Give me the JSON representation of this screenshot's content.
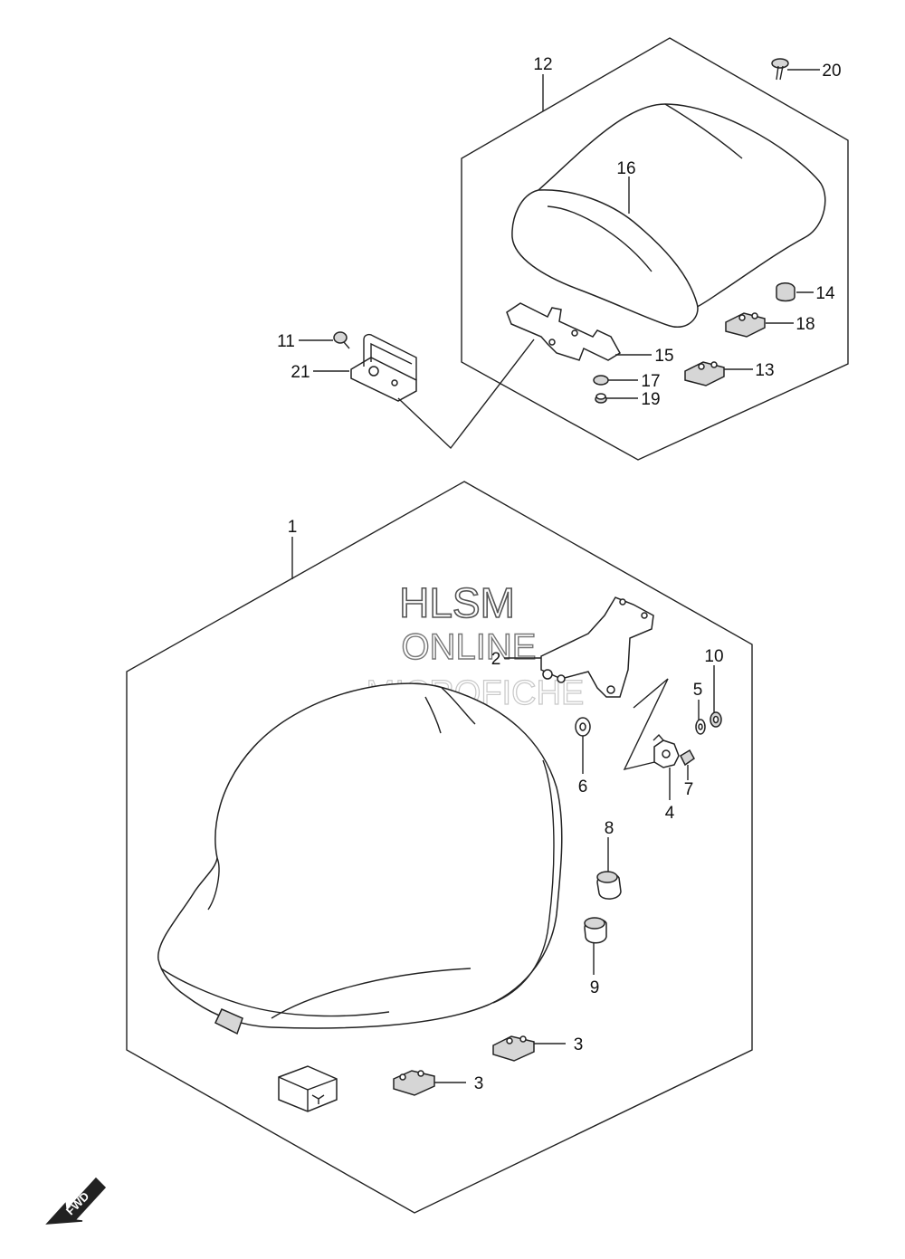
{
  "watermark": {
    "line1": "HLSM",
    "line2": "ONLINE",
    "line3": "MICROFICHE"
  },
  "fwd_label": "FWD",
  "callouts": [
    {
      "id": "1",
      "text": "1"
    },
    {
      "id": "2",
      "text": "2"
    },
    {
      "id": "3a",
      "text": "3"
    },
    {
      "id": "3b",
      "text": "3"
    },
    {
      "id": "4",
      "text": "4"
    },
    {
      "id": "5",
      "text": "5"
    },
    {
      "id": "6",
      "text": "6"
    },
    {
      "id": "7",
      "text": "7"
    },
    {
      "id": "8",
      "text": "8"
    },
    {
      "id": "9",
      "text": "9"
    },
    {
      "id": "10",
      "text": "10"
    },
    {
      "id": "11",
      "text": "11"
    },
    {
      "id": "12",
      "text": "12"
    },
    {
      "id": "13",
      "text": "13"
    },
    {
      "id": "14",
      "text": "14"
    },
    {
      "id": "15",
      "text": "15"
    },
    {
      "id": "16",
      "text": "16"
    },
    {
      "id": "17",
      "text": "17"
    },
    {
      "id": "18",
      "text": "18"
    },
    {
      "id": "19",
      "text": "19"
    },
    {
      "id": "20",
      "text": "20"
    },
    {
      "id": "21",
      "text": "21"
    }
  ]
}
